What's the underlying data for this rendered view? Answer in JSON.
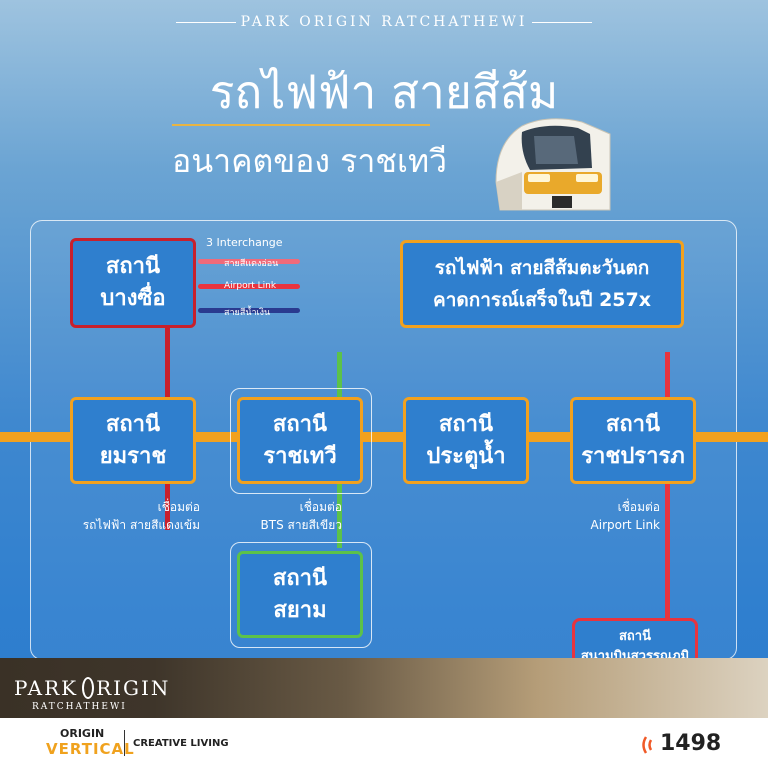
{
  "brand_top": "PARK ORIGIN RATCHATHEWI",
  "title": "รถไฟฟ้า สายสีส้ม",
  "subtitle": "อนาคตของ ราชเทวี",
  "interchange": {
    "label": "3 Interchange",
    "lines": [
      {
        "name": "สายสีแดงอ่อน",
        "color": "#f06a7a"
      },
      {
        "name": "Airport Link",
        "color": "#e8343e"
      },
      {
        "name": "สายสีน้ำเงิน",
        "color": "#2a3a8f"
      }
    ]
  },
  "western_section": {
    "line1": "รถไฟฟ้า สายสีส้มตะวันตก",
    "line2": "คาดการณ์เสร็จในปี 257x"
  },
  "stations": {
    "bang_sue": {
      "line1": "สถานี",
      "line2": "บางซื่อ"
    },
    "yommarat": {
      "line1": "สถานี",
      "line2": "ยมราช"
    },
    "ratchathewi": {
      "line1": "สถานี",
      "line2": "ราชเทวี"
    },
    "pratunam": {
      "line1": "สถานี",
      "line2": "ประตูน้ำ"
    },
    "ratchaprarop": {
      "line1": "สถานี",
      "line2": "ราชปรารภ"
    },
    "siam": {
      "line1": "สถานี",
      "line2": "สยาม"
    },
    "suvarnabhumi": {
      "line1": "สถานี",
      "line2": "สนามบินสุวรรณภูมิ"
    }
  },
  "notes": {
    "yommarat": {
      "line1": "เชื่อมต่อ",
      "line2": "รถไฟฟ้า สายสีแดงเข้ม"
    },
    "ratchathewi": {
      "line1": "เชื่อมต่อ",
      "line2": "BTS สายสีเขียว"
    },
    "ratchaprarop": {
      "line1": "เชื่อมต่อ",
      "line2": "Airport Link"
    }
  },
  "line_colors": {
    "orange": "#f2a11e",
    "dark_red": "#c8202c",
    "green": "#5cc24a",
    "airport_red": "#e8343e"
  },
  "logo": {
    "park": "PARK",
    "origin": "RIGIN",
    "ratchathewi": "RATCHATHEWI"
  },
  "footer": {
    "origin": "ORIGIN",
    "vertical": "VERTICAL",
    "creative": "CREATIVE LIVING",
    "hotline": "1498",
    "phone_icon": "phone-icon"
  }
}
